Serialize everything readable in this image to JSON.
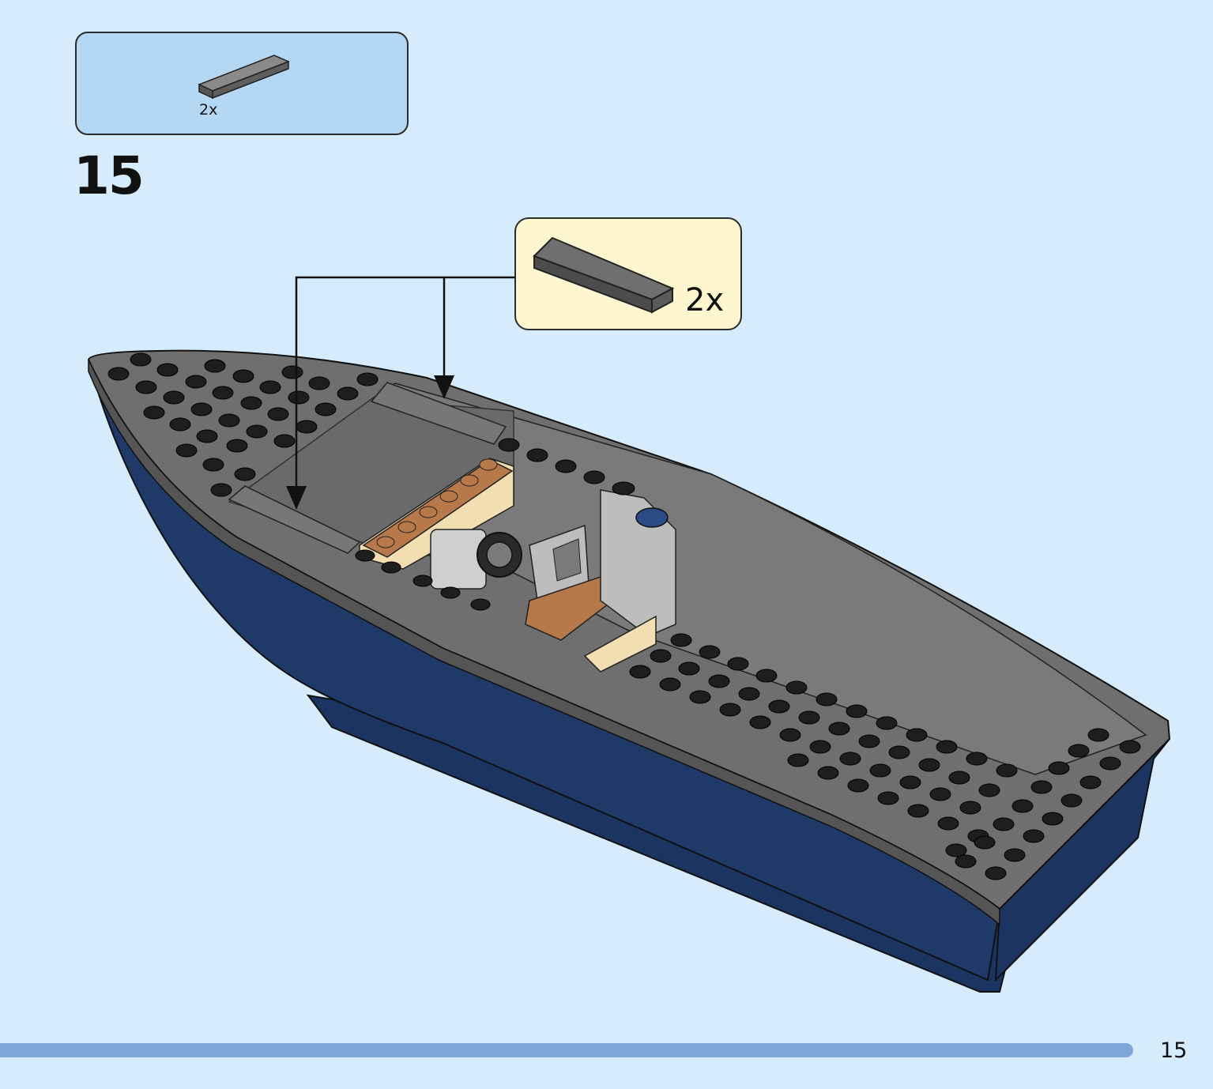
{
  "parts_list": {
    "items": [
      {
        "part": "dark-gray-tile-1x4",
        "qty_label": "2x"
      }
    ]
  },
  "step": {
    "number": "15"
  },
  "callout": {
    "qty_label": "2x",
    "part": "dark-gray-tile-1x4"
  },
  "footer": {
    "page_number": "15"
  },
  "colors": {
    "background": "#d6ecfd",
    "parts_panel": "#b4d7f4",
    "callout_panel": "#fdf6cf",
    "hull_blue": "#1f3a68",
    "deck_gray": "#6f6f6f",
    "stud_black": "#1e1e1e",
    "accent_orange": "#b8794a",
    "tan": "#f2deb0",
    "light_gray": "#bdbdbd",
    "progress_bar": "#80a6d9"
  }
}
